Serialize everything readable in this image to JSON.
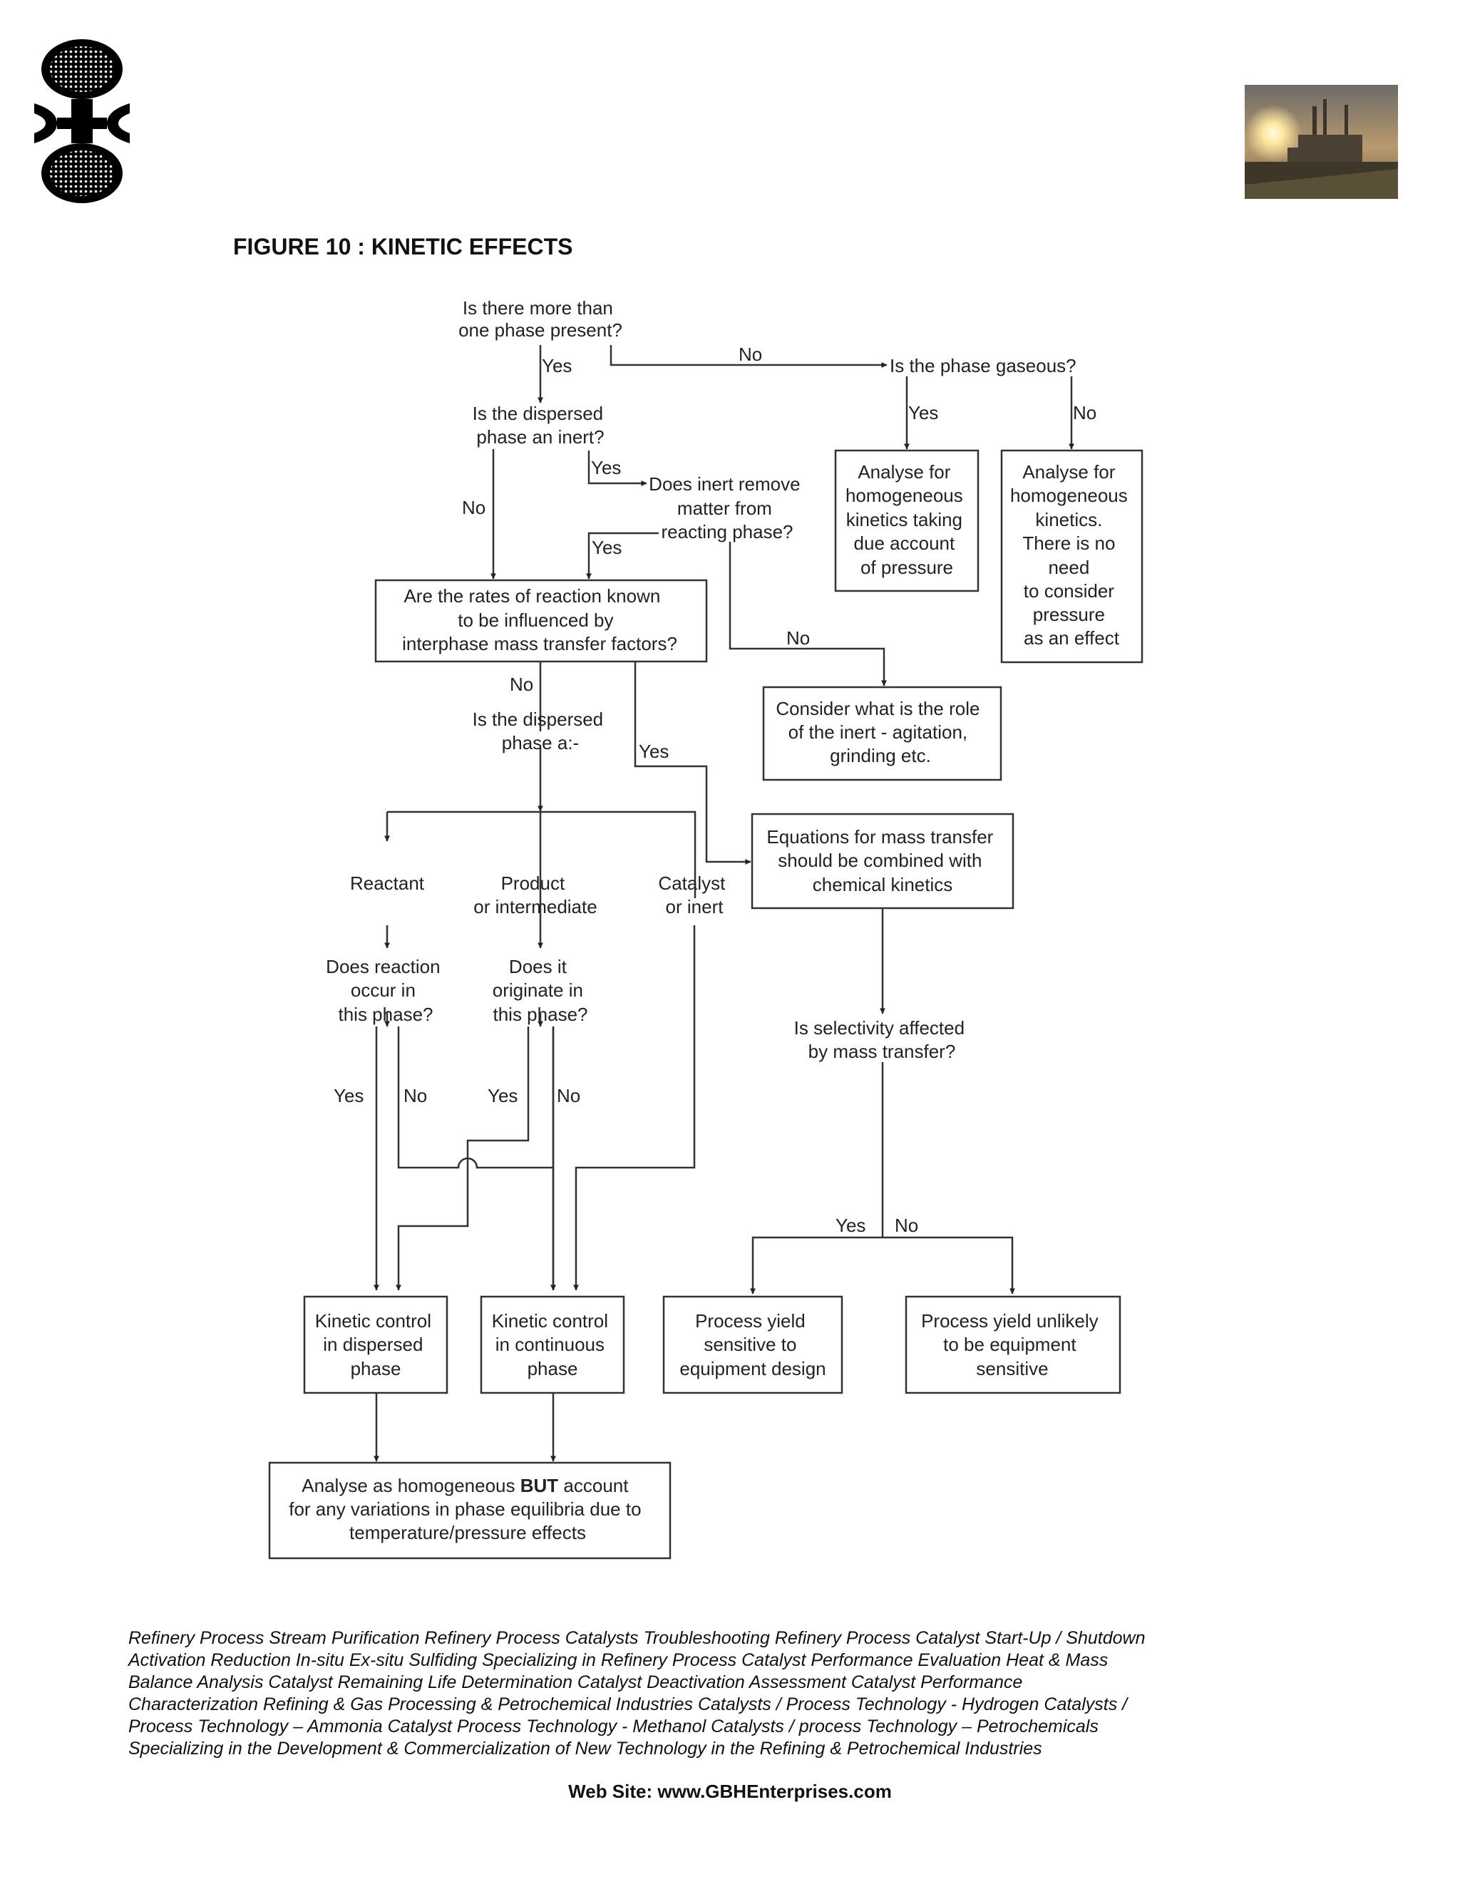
{
  "figure_title": "FIGURE 10 : KINETIC EFFECTS",
  "flowchart": {
    "q_more_phases": [
      "Is there more than",
      "one phase present?"
    ],
    "q_gaseous": "Is the phase gaseous?",
    "q_inert": [
      "Is the dispersed",
      "phase an inert?"
    ],
    "q_inert_remove": [
      "Does inert remove",
      "matter from",
      "reacting phase?"
    ],
    "box_homog_pressure": [
      "Analyse for",
      "homogeneous",
      "kinetics taking",
      "due account",
      "of pressure"
    ],
    "box_homog_no_pressure": [
      "Analyse for",
      "homogeneous",
      "kinetics.",
      "There is no",
      "need",
      "to consider",
      "pressure",
      "as an effect"
    ],
    "box_rates": [
      "Are the rates of reaction known",
      "to be influenced by",
      "interphase mass transfer factors?"
    ],
    "box_role_inert": [
      "Consider what is the role",
      "of the inert - agitation,",
      "grinding etc."
    ],
    "q_dispersed_a": [
      "Is the dispersed",
      "phase a:-"
    ],
    "box_equations": [
      "Equations for mass transfer",
      "should be combined with",
      "chemical kinetics"
    ],
    "opt_reactant": "Reactant",
    "opt_product": [
      "Product",
      "or intermediate"
    ],
    "opt_catalyst": [
      "Catalyst",
      "or inert"
    ],
    "q_reaction_occur": [
      "Does reaction",
      "occur in",
      "this phase?"
    ],
    "q_originate": [
      "Does it",
      "originate in",
      "this phase?"
    ],
    "q_selectivity": [
      "Is selectivity affected",
      "by mass transfer?"
    ],
    "box_kinetic_dispersed": [
      "Kinetic control",
      "in dispersed",
      "phase"
    ],
    "box_kinetic_continuous": [
      "Kinetic control",
      "in continuous",
      "phase"
    ],
    "box_yield_sensitive": [
      "Process yield",
      "sensitive to",
      "equipment design"
    ],
    "box_yield_unlikely": [
      "Process yield unlikely",
      "to be equipment",
      "sensitive"
    ],
    "box_final_pre": "Analyse as homogeneous ",
    "box_final_bold": "BUT",
    "box_final_post": " account",
    "box_final_lines": [
      "for any variations in phase equilibria due to",
      "temperature/pressure effects"
    ],
    "yes": "Yes",
    "no": "No"
  },
  "footer": {
    "lines": [
      "Refinery Process Stream Purification Refinery Process Catalysts Troubleshooting Refinery Process Catalyst Start-Up / Shutdown",
      " Activation   Reduction  In-situ  Ex-situ Sulfiding Specializing in Refinery Process Catalyst Performance Evaluation Heat & Mass",
      " Balance Analysis  Catalyst Remaining Life Determination  Catalyst Deactivation Assessment  Catalyst Performance",
      "Characterization  Refining  & Gas Processing &  Petrochemical Industries  Catalysts / Process Technology - Hydrogen  Catalysts /",
      "Process Technology – Ammonia  Catalyst Process Technology - Methanol  Catalysts / process Technology – Petrochemicals",
      "Specializing in the Development  & Commercialization of New Technology in the Refining &   Petrochemical Industries"
    ],
    "website": "Web Site: www.GBHEnterprises.com"
  }
}
